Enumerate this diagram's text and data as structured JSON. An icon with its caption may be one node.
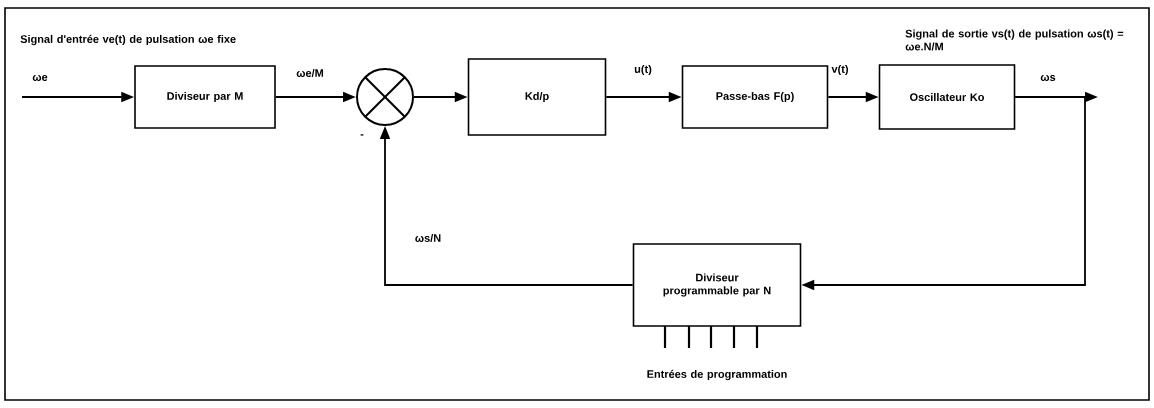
{
  "diagram": {
    "nodes": [
      {
        "text": [
          "Diviseur par M"
        ]
      },
      {
        "text": [],
        "shape": "circle",
        "beside": [
          "-"
        ]
      },
      {
        "text": [
          "Kd/p"
        ]
      },
      {
        "text": [
          "Passe-bas F(p)"
        ]
      },
      {
        "text": [
          "Oscillateur Ko"
        ]
      },
      {
        "text": [
          "Diviseur programmable par N"
        ]
      }
    ],
    "edges": [
      {
        "from": null,
        "to": 0,
        "arrow": "to",
        "label": "ωe"
      },
      {
        "from": 0,
        "to": 1,
        "arrow": "to",
        "label": "ωe/M"
      },
      {
        "from": 1,
        "to": 2,
        "arrow": "to"
      },
      {
        "from": 2,
        "to": 3,
        "arrow": "to",
        "label": "u(t)"
      },
      {
        "from": 3,
        "to": 4,
        "arrow": "to",
        "label": "v(t)"
      },
      {
        "from": 4,
        "to": null,
        "arrow": "to",
        "label": "ωs"
      },
      {
        "from": 4,
        "to": 5,
        "arrow": "to"
      },
      {
        "from": 5,
        "to": 1,
        "arrow": "to",
        "label": "ωs/N"
      }
    ],
    "labels": [
      "Signal d'entrée ve(t) de pulsation ωe fixe",
      "Signal de sortie vs(t) de pulsation ωs(t) = ωe.N/M",
      "Entrées de programmation"
    ]
  }
}
